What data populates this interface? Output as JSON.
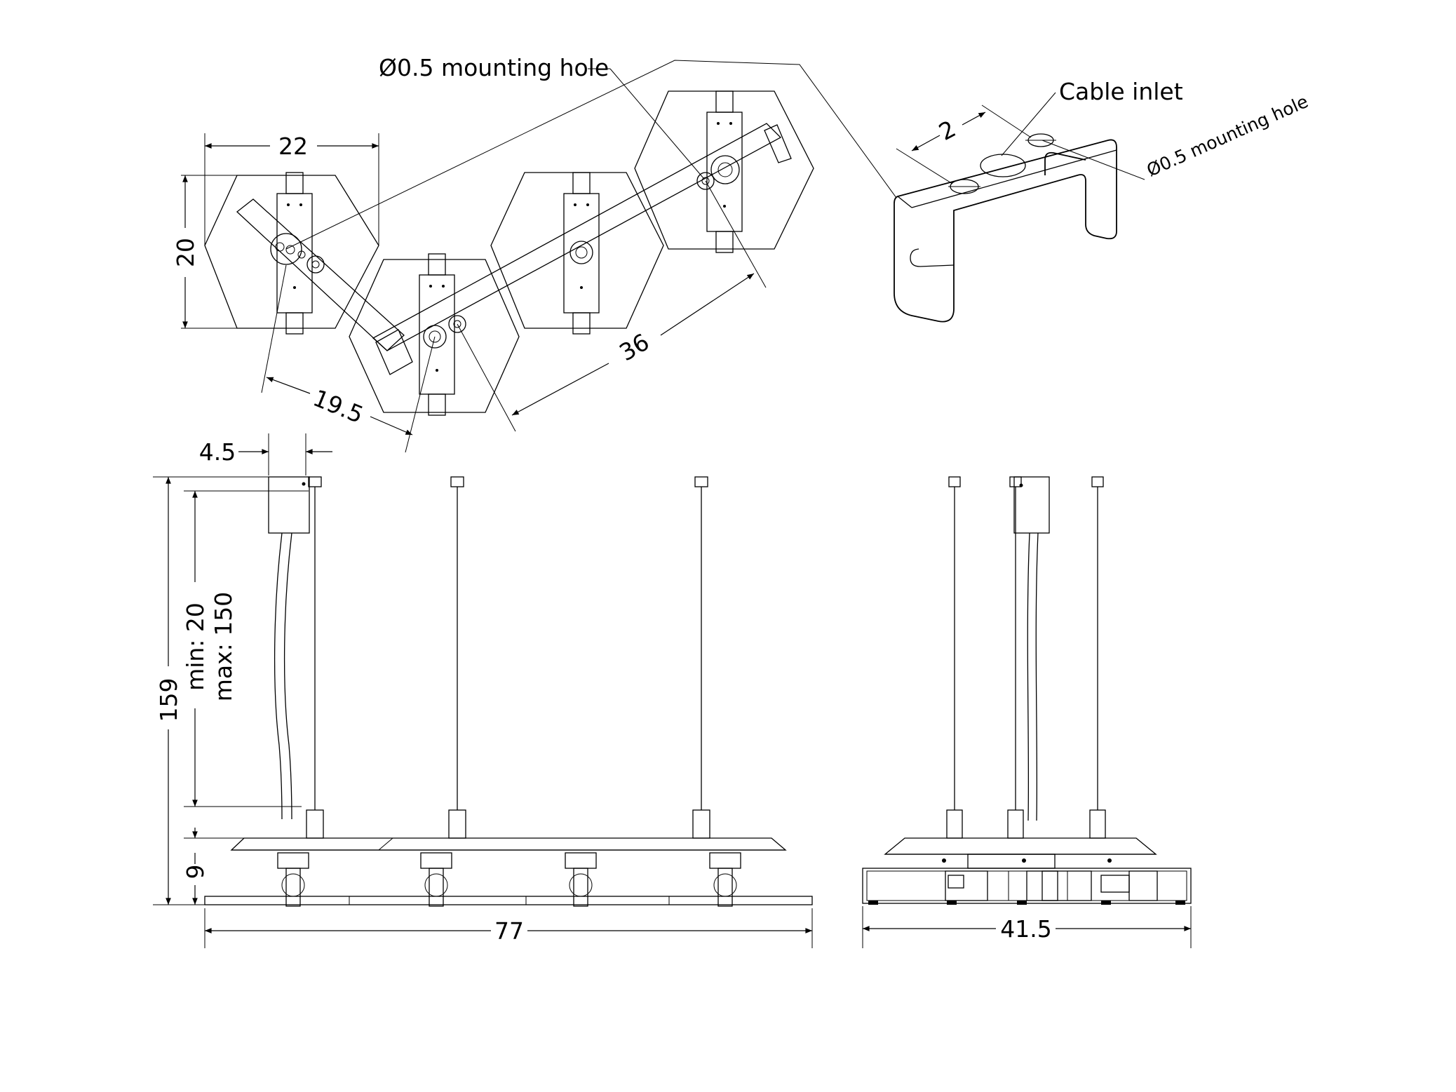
{
  "callouts": {
    "mounting_hole_top": "Ø0.5 mounting hole",
    "cable_inlet": "Cable inlet",
    "mounting_hole_bracket": "Ø0.5 mounting hole"
  },
  "top_view_dims": {
    "width": "22",
    "height": "20",
    "arm_short": "19.5",
    "arm_long": "36"
  },
  "bracket_dims": {
    "spacing": "2"
  },
  "front_view_dims": {
    "canopy_width": "4.5",
    "total_height": "159",
    "cable_range_min": "min: 20",
    "cable_range_max": "max: 150",
    "fixture_height": "9",
    "length": "77"
  },
  "side_view_dims": {
    "depth": "41.5"
  }
}
